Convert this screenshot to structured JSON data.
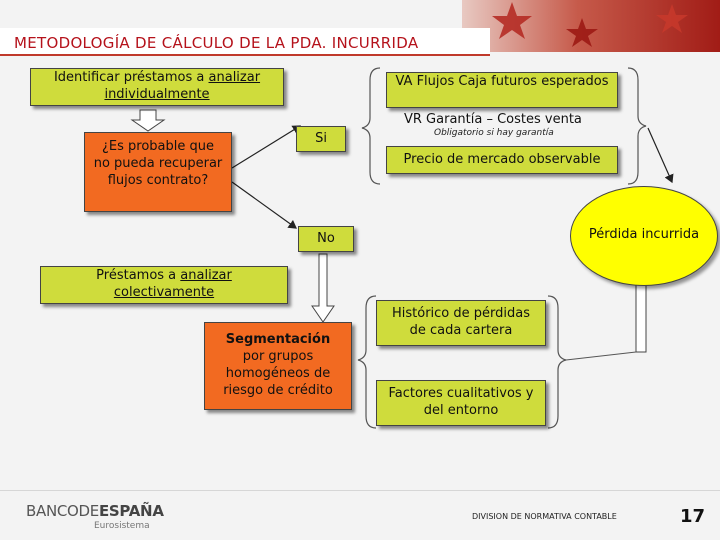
{
  "header": {
    "title": "METODOLOGÍA DE CÁLCULO DE LA PDA. INCURRIDA"
  },
  "individual": {
    "prefix": "Identificar préstamos a ",
    "analizar": "analizar",
    "individualmente": "individualmente"
  },
  "question": {
    "text": "¿Es probable que no pueda recuperar flujos contrato?"
  },
  "branch": {
    "si": "Si",
    "no": "No"
  },
  "methods": {
    "va_flujos": "VA Flujos Caja futuros esperados",
    "vr_garantia": "VR Garantía – Costes venta",
    "obligatorio": "Obligatorio si hay garantía",
    "precio_mercado": "Precio de mercado observable"
  },
  "loss": {
    "text": "Pérdida incurrida"
  },
  "colectivo": {
    "prefix": "Préstamos a ",
    "analizar": "analizar",
    "colectivamente": "colectivamente"
  },
  "segmentacion": {
    "bold": "Segmentación",
    "rest": "por grupos homogéneos de riesgo de crédito"
  },
  "historico": {
    "text": "Histórico de pérdidas de cada cartera"
  },
  "factores": {
    "text": "Factores cualitativos y del entorno"
  },
  "footer": {
    "brand_a": "BANCODE",
    "brand_b": "ESPAÑA",
    "tagline": "Eurosistema",
    "division": "DIVISION DE NORMATIVA CONTABLE",
    "page": "17"
  },
  "colors": {
    "green": "#cfdc3c",
    "orange": "#f26a21",
    "yellow": "#ffff00",
    "title_red": "#b5121b"
  }
}
